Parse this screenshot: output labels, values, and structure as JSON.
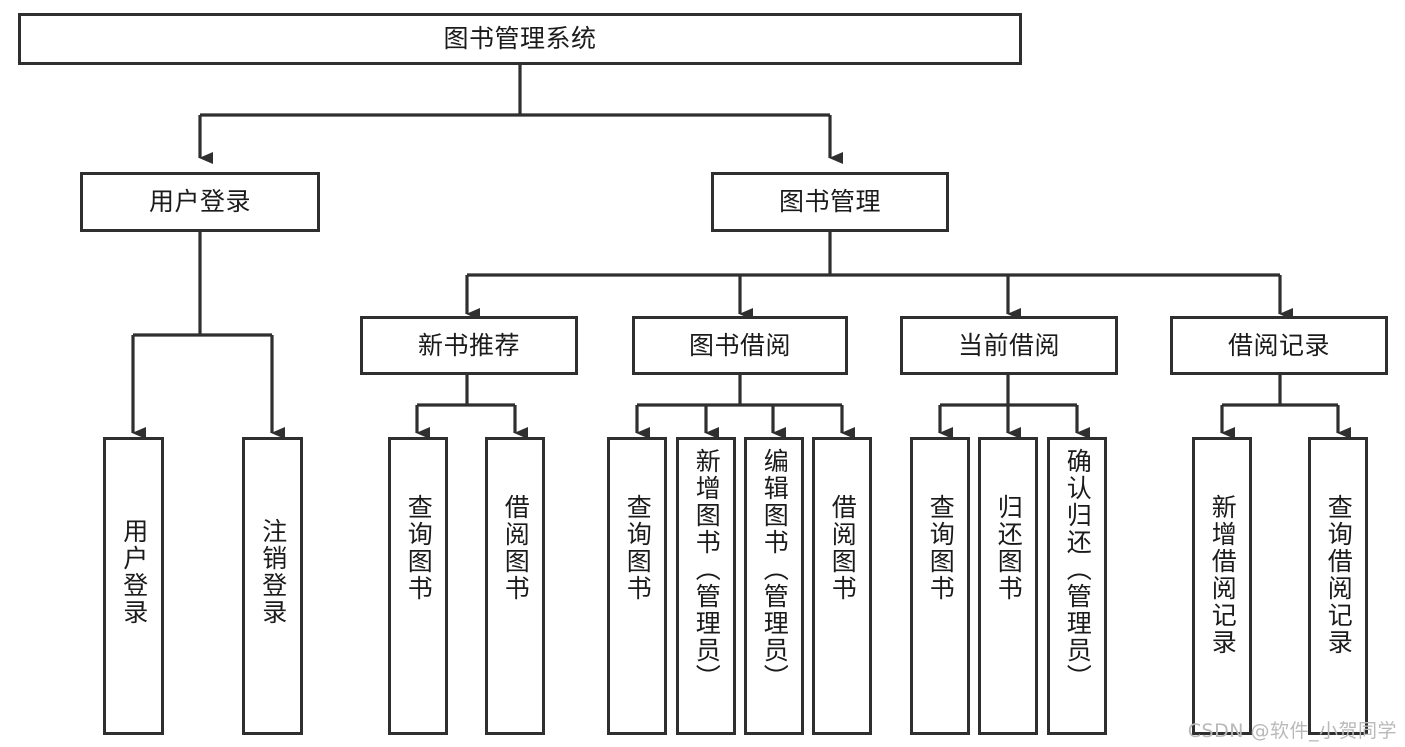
{
  "diagram": {
    "kind": "tree-hierarchy-chart",
    "root": {
      "label": "图书管理系统"
    },
    "level2": [
      {
        "label": "用户登录"
      },
      {
        "label": "图书管理"
      }
    ],
    "level3": [
      {
        "label": "新书推荐"
      },
      {
        "label": "图书借阅"
      },
      {
        "label": "当前借阅"
      },
      {
        "label": "借阅记录"
      }
    ],
    "leaves": {
      "user_login": [
        {
          "label": "用户登录"
        },
        {
          "label": "注销登录"
        }
      ],
      "new_book_recommend": [
        {
          "label": "查询图书"
        },
        {
          "label": "借阅图书"
        }
      ],
      "book_borrow": [
        {
          "label": "查询图书"
        },
        {
          "label": "新增图书（管理员）"
        },
        {
          "label": "编辑图书（管理员）"
        },
        {
          "label": "借阅图书"
        }
      ],
      "current_borrow": [
        {
          "label": "查询图书"
        },
        {
          "label": "归还图书"
        },
        {
          "label": "确认归还（管理员）"
        }
      ],
      "borrow_record": [
        {
          "label": "新增借阅记录"
        },
        {
          "label": "查询借阅记录"
        }
      ]
    }
  },
  "watermark": {
    "text": "CSDN @软件_小贺同学"
  },
  "colors": {
    "stroke": "#2f2f2f",
    "text": "#1b1b1b",
    "background": "#ffffff",
    "watermark": "#b9b9b9"
  }
}
